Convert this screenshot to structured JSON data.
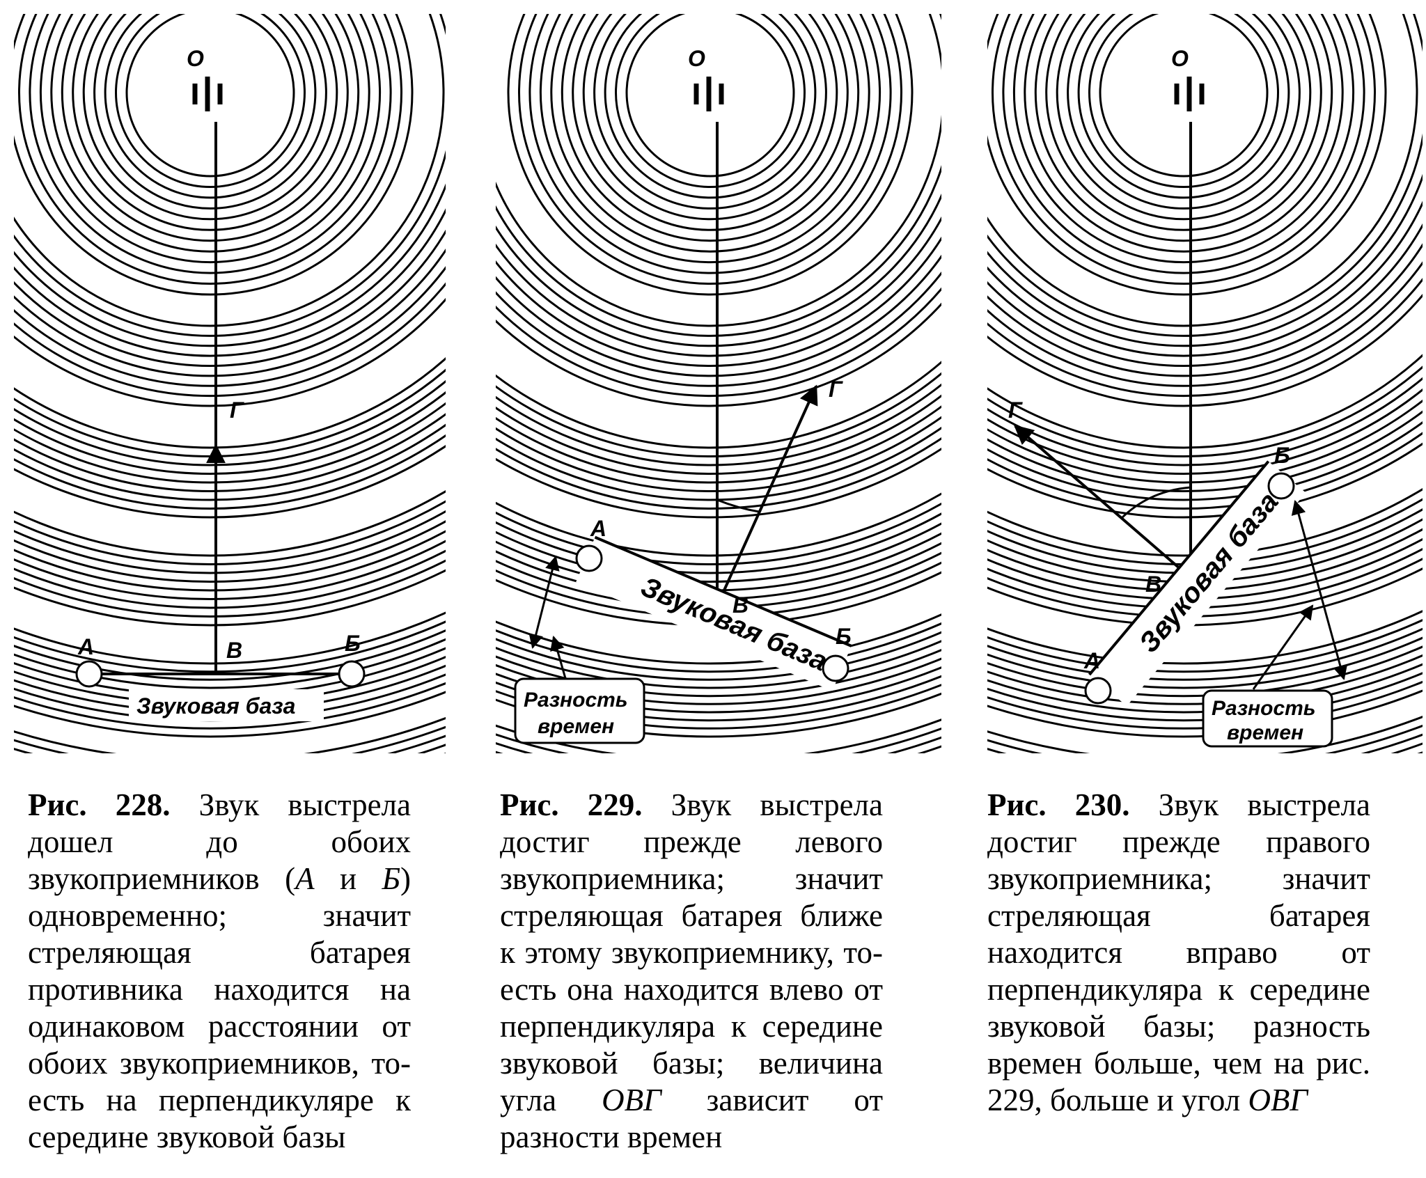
{
  "figures": [
    {
      "id": "228",
      "labels": {
        "source": "О",
        "direction": "Г",
        "mic_left": "А",
        "mic_right": "Б",
        "center": "В",
        "base": "Звуковая база"
      },
      "caption": {
        "fig_label": "Рис. 228.",
        "text_1": " Звук выстрела дошел до обоих звукоприемников (",
        "italic_1": "А",
        "text_2": " и ",
        "italic_2": "Б",
        "text_3": ") одновременно; значит стреляющая батарея противника находится на одинаковом расстоянии от обоих звукоприемников, то-есть на перпендикуляре к середине звуковой базы"
      }
    },
    {
      "id": "229",
      "labels": {
        "source": "О",
        "direction": "Г",
        "mic_left": "А",
        "mic_right": "Б",
        "center": "В",
        "base": "Звуковая база",
        "time_diff_1": "Разность",
        "time_diff_2": "времен"
      },
      "caption": {
        "fig_label": "Рис. 229.",
        "text_1": " Звук выстрела достиг прежде левого звукоприемника; значит стреляющая батарея ближе к этому звукоприемнику, то-есть она находится влево от перпендикуляра к середине звуковой базы; величина угла ",
        "italic_1": "ОВГ",
        "text_2": " зависит от разности времен"
      }
    },
    {
      "id": "230",
      "labels": {
        "source": "О",
        "direction": "Г",
        "mic_left": "А",
        "mic_right": "Б",
        "center": "В",
        "base": "Звуковая база",
        "time_diff_1": "Разность",
        "time_diff_2": "времен"
      },
      "caption": {
        "fig_label": "Рис. 230.",
        "text_1": " Звук выстрела достиг прежде правого звукоприемника; значит стреляющая батарея находится вправо от перпендикуляра к середине звуковой базы; разность времен больше, чем на рис. 229, больше и угол ",
        "italic_1": "ОВГ"
      }
    }
  ]
}
